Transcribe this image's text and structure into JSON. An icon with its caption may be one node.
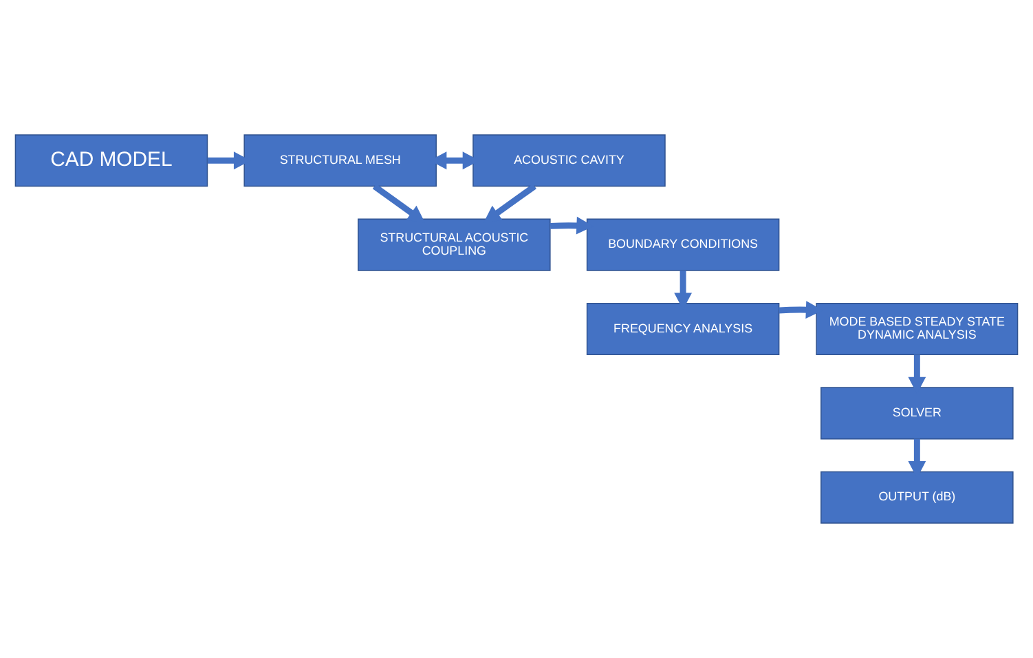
{
  "diagram": {
    "nodes": [
      {
        "text": [
          "CAD MODEL"
        ]
      },
      {
        "text": [
          "STRUCTURAL MESH"
        ]
      },
      {
        "text": [
          "ACOUSTIC CAVITY"
        ]
      },
      {
        "text": [
          "STRUCTURAL ACOUSTIC COUPLING"
        ]
      },
      {
        "text": [
          "BOUNDARY CONDITIONS"
        ]
      },
      {
        "text": [
          "FREQUENCY ANALYSIS"
        ]
      },
      {
        "text": [
          "MODE BASED STEADY STATE DYNAMIC ANALYSIS"
        ]
      },
      {
        "text": [
          "SOLVER"
        ]
      },
      {
        "text": [
          "OUTPUT (dB)"
        ]
      }
    ],
    "edges": [
      {
        "from": 0,
        "to": 1,
        "arrow": "to"
      },
      {
        "from": 1,
        "to": 2,
        "arrow": "both"
      },
      {
        "from": 1,
        "to": 3,
        "arrow": "to"
      },
      {
        "from": 2,
        "to": 3,
        "arrow": "to"
      },
      {
        "from": 3,
        "to": 4,
        "arrow": "to"
      },
      {
        "from": 4,
        "to": 5,
        "arrow": "to"
      },
      {
        "from": 5,
        "to": 6,
        "arrow": "to"
      },
      {
        "from": 6,
        "to": 7,
        "arrow": "to"
      },
      {
        "from": 7,
        "to": 8,
        "arrow": "to"
      }
    ]
  }
}
